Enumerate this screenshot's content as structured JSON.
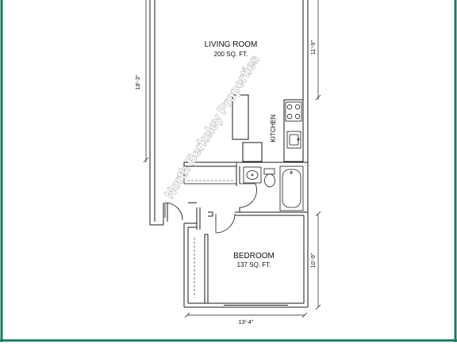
{
  "colors": {
    "frame": "#1b7a62",
    "wall": "#1a1a1a",
    "watermark_outline": "#8a8a8a",
    "background": "#ffffff"
  },
  "rooms": {
    "living": {
      "name": "LIVING ROOM",
      "area": "200 SQ. FT."
    },
    "kitchen": {
      "name": "KITCHEN"
    },
    "bedroom": {
      "name": "BEDROOM",
      "area": "137 SQ. FT."
    }
  },
  "dimensions": {
    "living_length": "18'-3\"",
    "living_width": "11'-9\"",
    "bedroom_width": "10'-9\"",
    "overall_width": "13'-4\""
  },
  "watermark": "North Berkeley Properties",
  "icons": [
    "stove-icon",
    "sink-icon",
    "toilet-icon",
    "bathtub-icon",
    "bathroom-sink-icon",
    "refrigerator-icon"
  ]
}
